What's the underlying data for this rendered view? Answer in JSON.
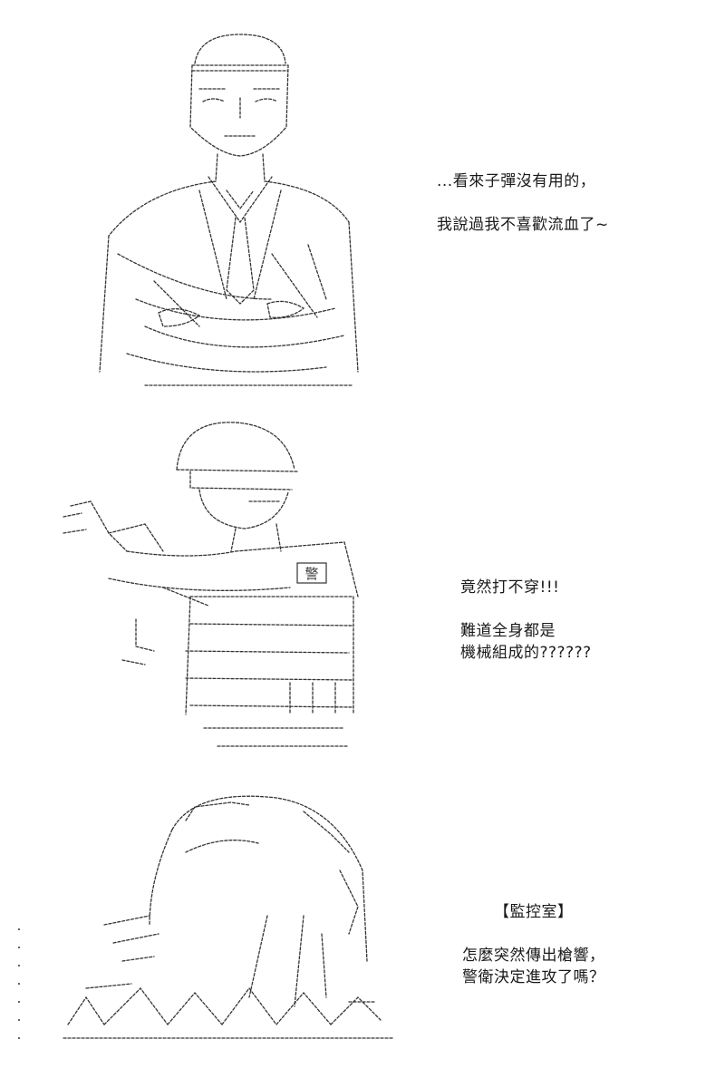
{
  "panels": [
    {
      "lines": [
        "...看來子彈沒有用的，",
        "",
        "我說過我不喜歡流血了~"
      ]
    },
    {
      "lines": [
        "竟然打不穿!!!",
        "",
        "難道全身都是",
        "機械組成的??????"
      ]
    },
    {
      "header": "【監控室】",
      "lines": [
        "怎麼突然傳出槍響，",
        "警衛決定進攻了嗎？"
      ]
    }
  ],
  "art": {
    "badge_text": "警",
    "ink_color": "#333333"
  }
}
